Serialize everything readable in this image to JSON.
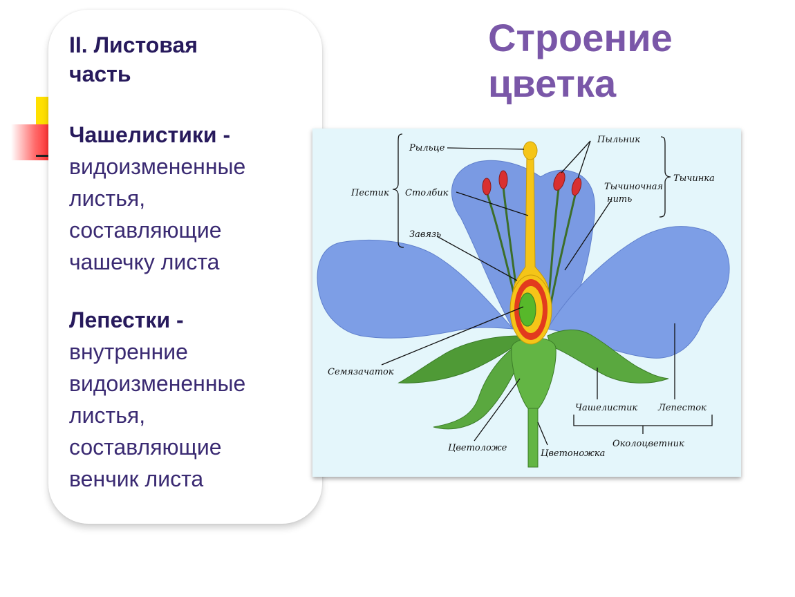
{
  "slide": {
    "title_line1": "Строение",
    "title_line2": "цветка"
  },
  "card": {
    "heading_line1": "II. Листовая",
    "heading_line2": "часть",
    "sepals_term": "Чашелистики -",
    "sepals_desc": [
      "видоизмененные",
      "листья,",
      "составляющие",
      "чашечку листа"
    ],
    "petals_term": "Лепестки -",
    "petals_desc": [
      "внутренние",
      "видоизмененные",
      "листья,",
      "составляющие",
      "венчик листа"
    ]
  },
  "diagram": {
    "labels": {
      "stigma": "Рыльце",
      "pistil": "Пестик",
      "style": "Столбик",
      "ovary": "Завязь",
      "anther": "Пыльник",
      "stamen": "Тычинка",
      "filament_line1": "Тычиночная",
      "filament_line2": "нить",
      "ovule": "Семязачаток",
      "sepal": "Чашелистик",
      "petal": "Лепесток",
      "receptacle": "Цветоложе",
      "pedicel": "Цветоножка",
      "perianth": "Околоцветник"
    }
  },
  "colors": {
    "title": "#7a57a8",
    "card_text": "#271a5c",
    "petal": "#7d9ee6",
    "leaf": "#5aa83f",
    "pistil": "#f5c518",
    "ovary_wall": "#e23a1e",
    "ovule": "#57b82a",
    "anther": "#d93030",
    "diagram_bg": "#e4f6fb"
  }
}
